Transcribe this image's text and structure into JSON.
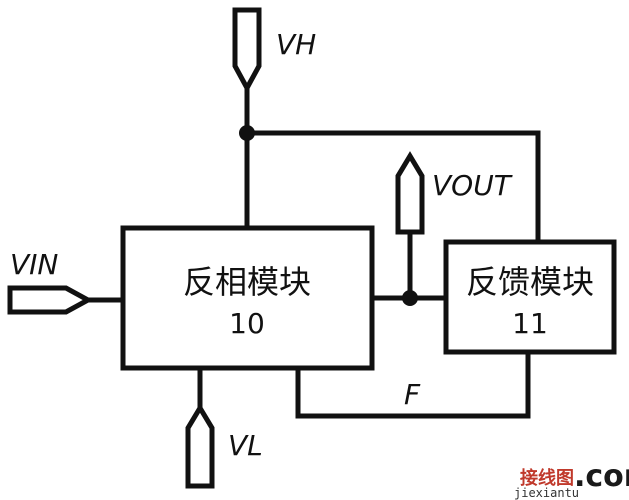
{
  "blocks": {
    "inverting": {
      "name": "反相模块",
      "number": "10"
    },
    "feedback": {
      "name": "反馈模块",
      "number": "11"
    }
  },
  "signals": {
    "vh": "VH",
    "vin": "VIN",
    "vl": "VL",
    "vout": "VOUT",
    "f": "F"
  },
  "watermark": {
    "cn": "接线图",
    "com": ".com",
    "pinyin": "jiexiantu"
  }
}
